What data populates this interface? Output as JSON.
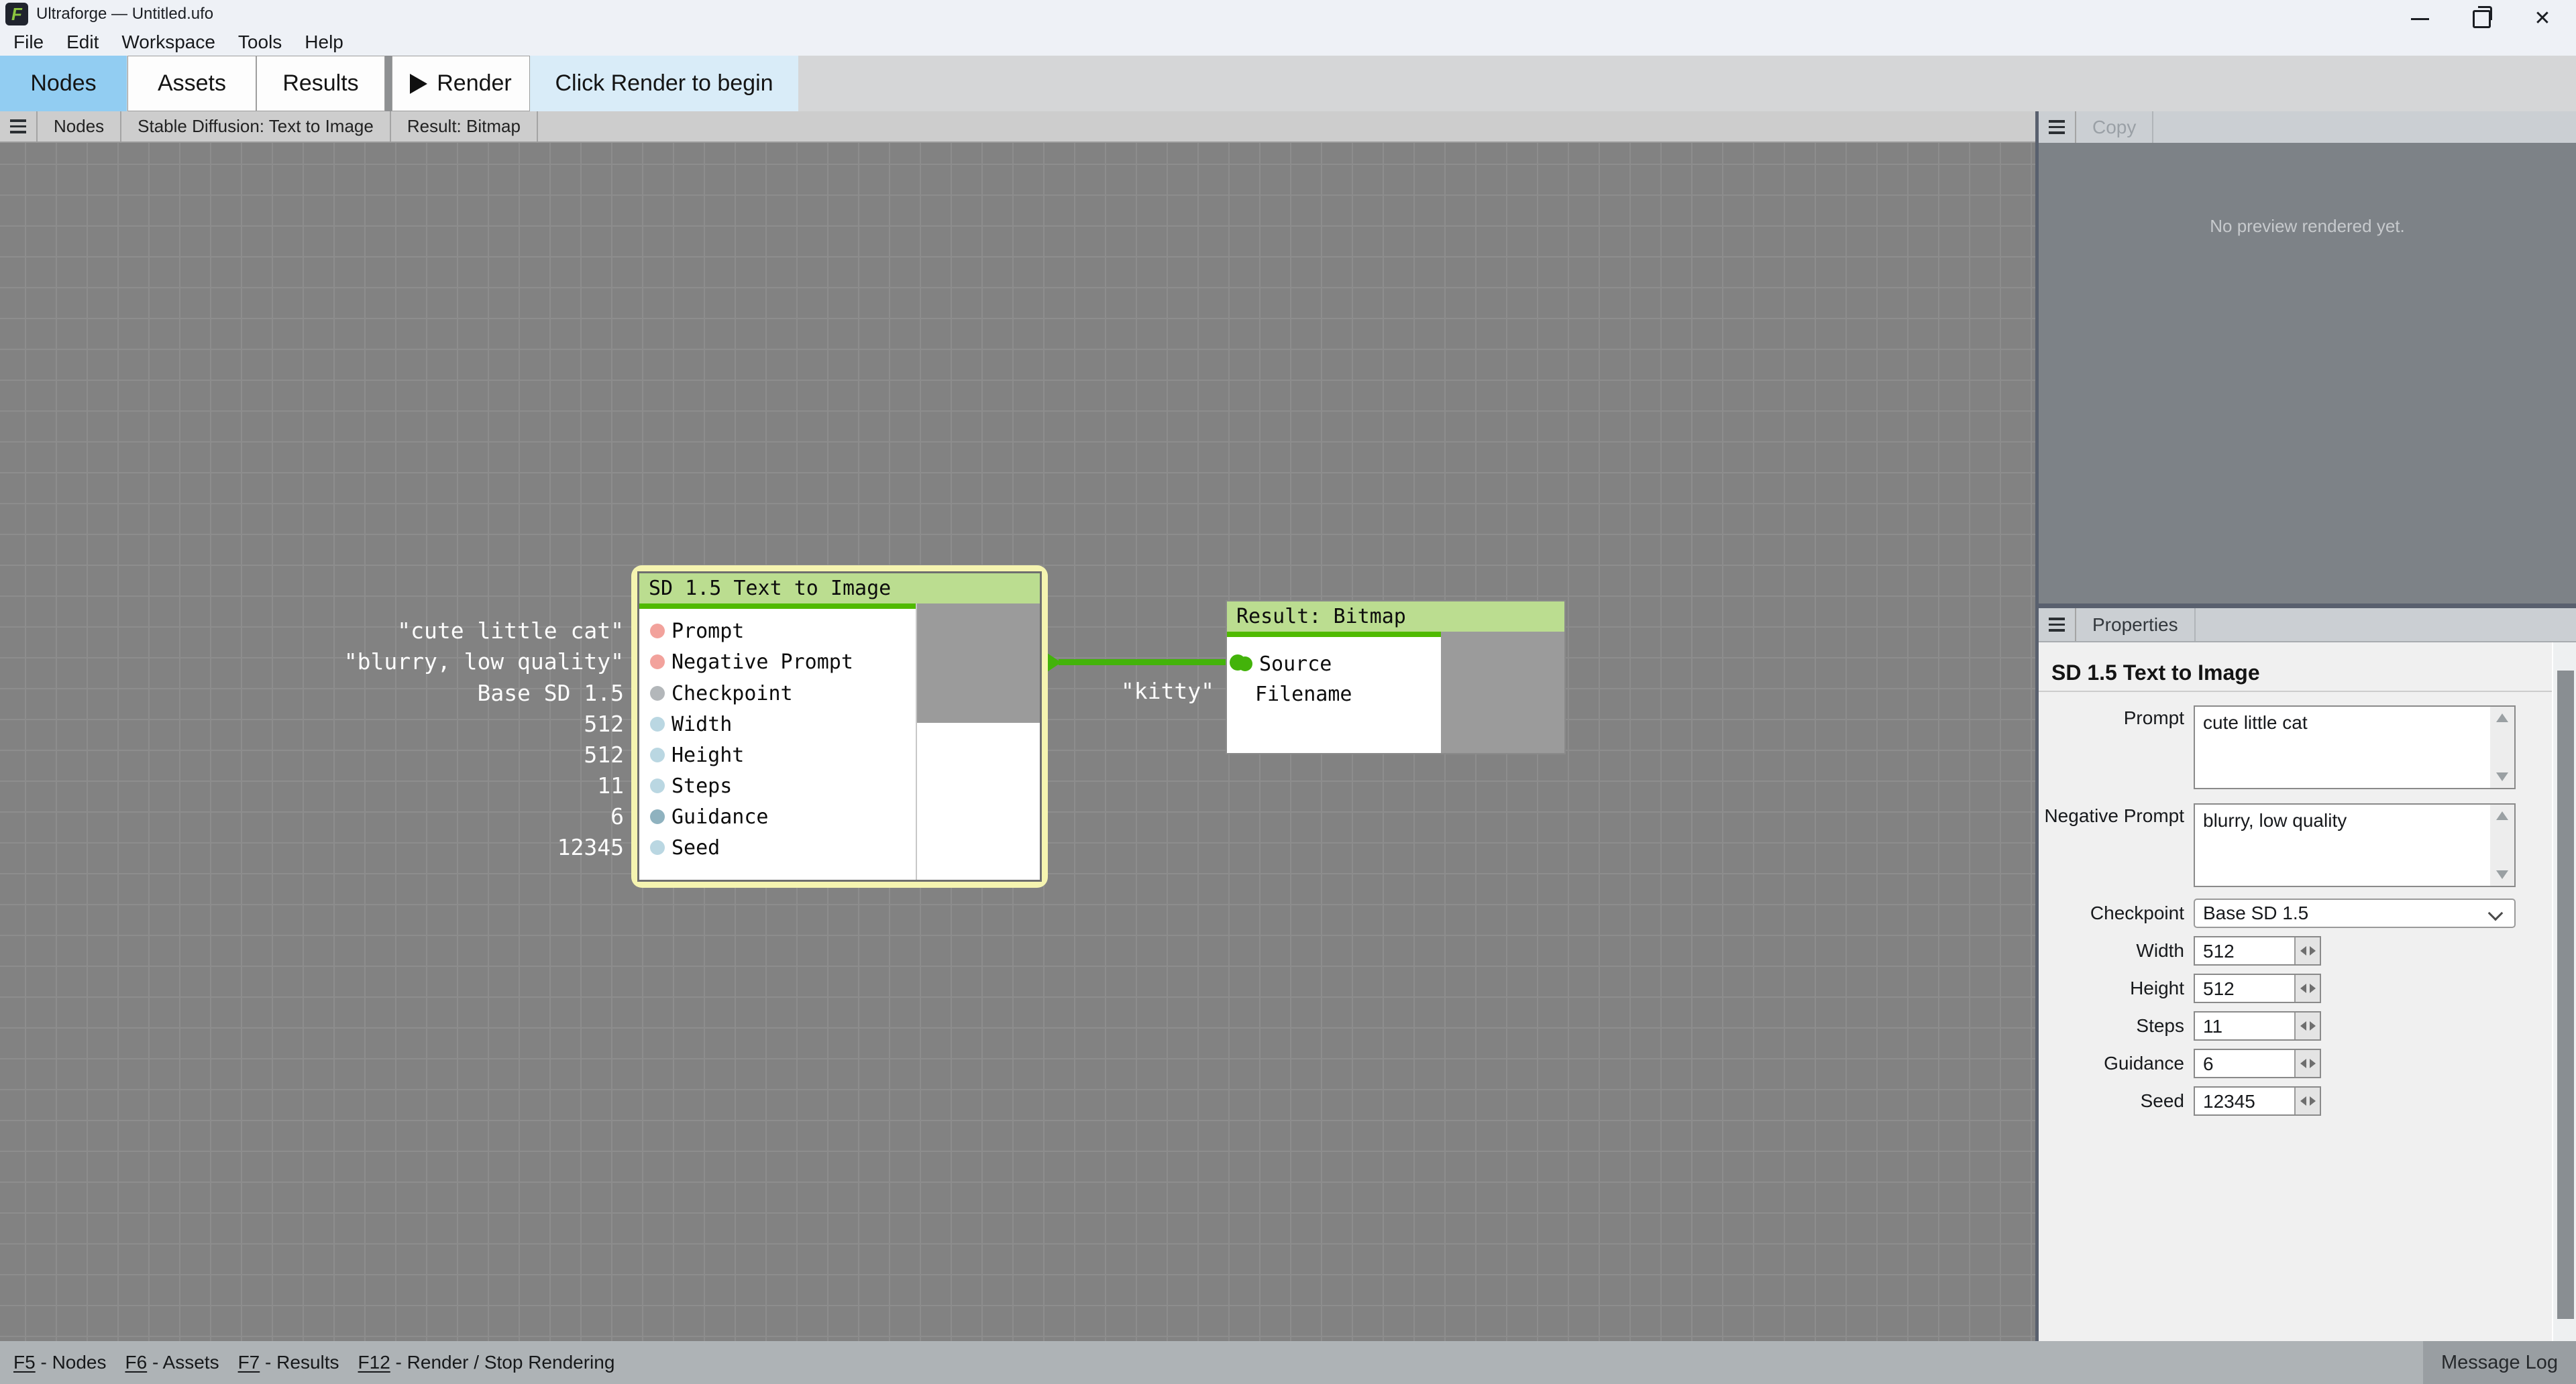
{
  "window": {
    "title": "Ultraforge — Untitled.ufo",
    "icon_letter": "F",
    "close_glyph": "✕"
  },
  "menu": {
    "items": [
      "File",
      "Edit",
      "Workspace",
      "Tools",
      "Help"
    ]
  },
  "main_tabs": {
    "nodes": "Nodes",
    "assets": "Assets",
    "results": "Results",
    "active_tab": "Nodes",
    "render_button_label": "Render",
    "status_banner": "Click Render to begin"
  },
  "canvas_toolbar": {
    "tabs": [
      "Nodes",
      "Stable Diffusion: Text to Image",
      "Result: Bitmap"
    ]
  },
  "canvas": {
    "input_values": [
      "\"cute little cat\"",
      "\"blurry, low quality\"",
      "Base SD 1.5",
      "512",
      "512",
      "11",
      "6",
      "12345"
    ],
    "sd_node": {
      "title": "SD 1.5 Text to Image",
      "selected": true,
      "pins": [
        {
          "label": "Prompt",
          "color": "#f2a29c"
        },
        {
          "label": "Negative Prompt",
          "color": "#f2a29c"
        },
        {
          "label": "Checkpoint",
          "color": "#b3b7ba"
        },
        {
          "label": "Width",
          "color": "#bad7e2"
        },
        {
          "label": "Height",
          "color": "#bad7e2"
        },
        {
          "label": "Steps",
          "color": "#bad7e2"
        },
        {
          "label": "Guidance",
          "color": "#8fb2bf"
        },
        {
          "label": "Seed",
          "color": "#bad7e2"
        }
      ]
    },
    "result_node": {
      "title": "Result: Bitmap",
      "pins": [
        {
          "label": "Source",
          "color": "#43b30a"
        },
        {
          "label": "Filename",
          "color": ""
        }
      ],
      "filename_value": "\"kitty\""
    }
  },
  "preview_panel": {
    "copy_label": "Copy",
    "empty_text": "No preview rendered yet."
  },
  "properties_panel": {
    "title": "Properties",
    "heading": "SD 1.5 Text to Image",
    "fields": [
      {
        "label": "Prompt",
        "type": "textarea",
        "value": "cute little cat"
      },
      {
        "label": "Negative Prompt",
        "type": "textarea",
        "value": "blurry, low quality"
      },
      {
        "label": "Checkpoint",
        "type": "select",
        "value": "Base SD 1.5"
      },
      {
        "label": "Width",
        "type": "number",
        "value": "512"
      },
      {
        "label": "Height",
        "type": "number",
        "value": "512"
      },
      {
        "label": "Steps",
        "type": "number",
        "value": "11"
      },
      {
        "label": "Guidance",
        "type": "number",
        "value": "6"
      },
      {
        "label": "Seed",
        "type": "number",
        "value": "12345"
      }
    ]
  },
  "statusbar": {
    "shortcuts": [
      {
        "key": "F5",
        "desc": " - Nodes"
      },
      {
        "key": "F6",
        "desc": " - Assets"
      },
      {
        "key": "F7",
        "desc": " - Results"
      },
      {
        "key": "F12",
        "desc": " - Render / Stop Rendering"
      }
    ],
    "message_log": "Message Log"
  },
  "colors": {
    "accent_green": "#50ba00",
    "wire_green": "#43b30a",
    "node_header_green": "#bbdd90",
    "selection_yellow": "#f5f4b0",
    "active_tab_blue": "#92cdf2",
    "banner_blue": "#d9ecf8",
    "canvas_gray": "#828282",
    "preview_gray": "#7d8287",
    "panel_divider": "#59606e"
  }
}
